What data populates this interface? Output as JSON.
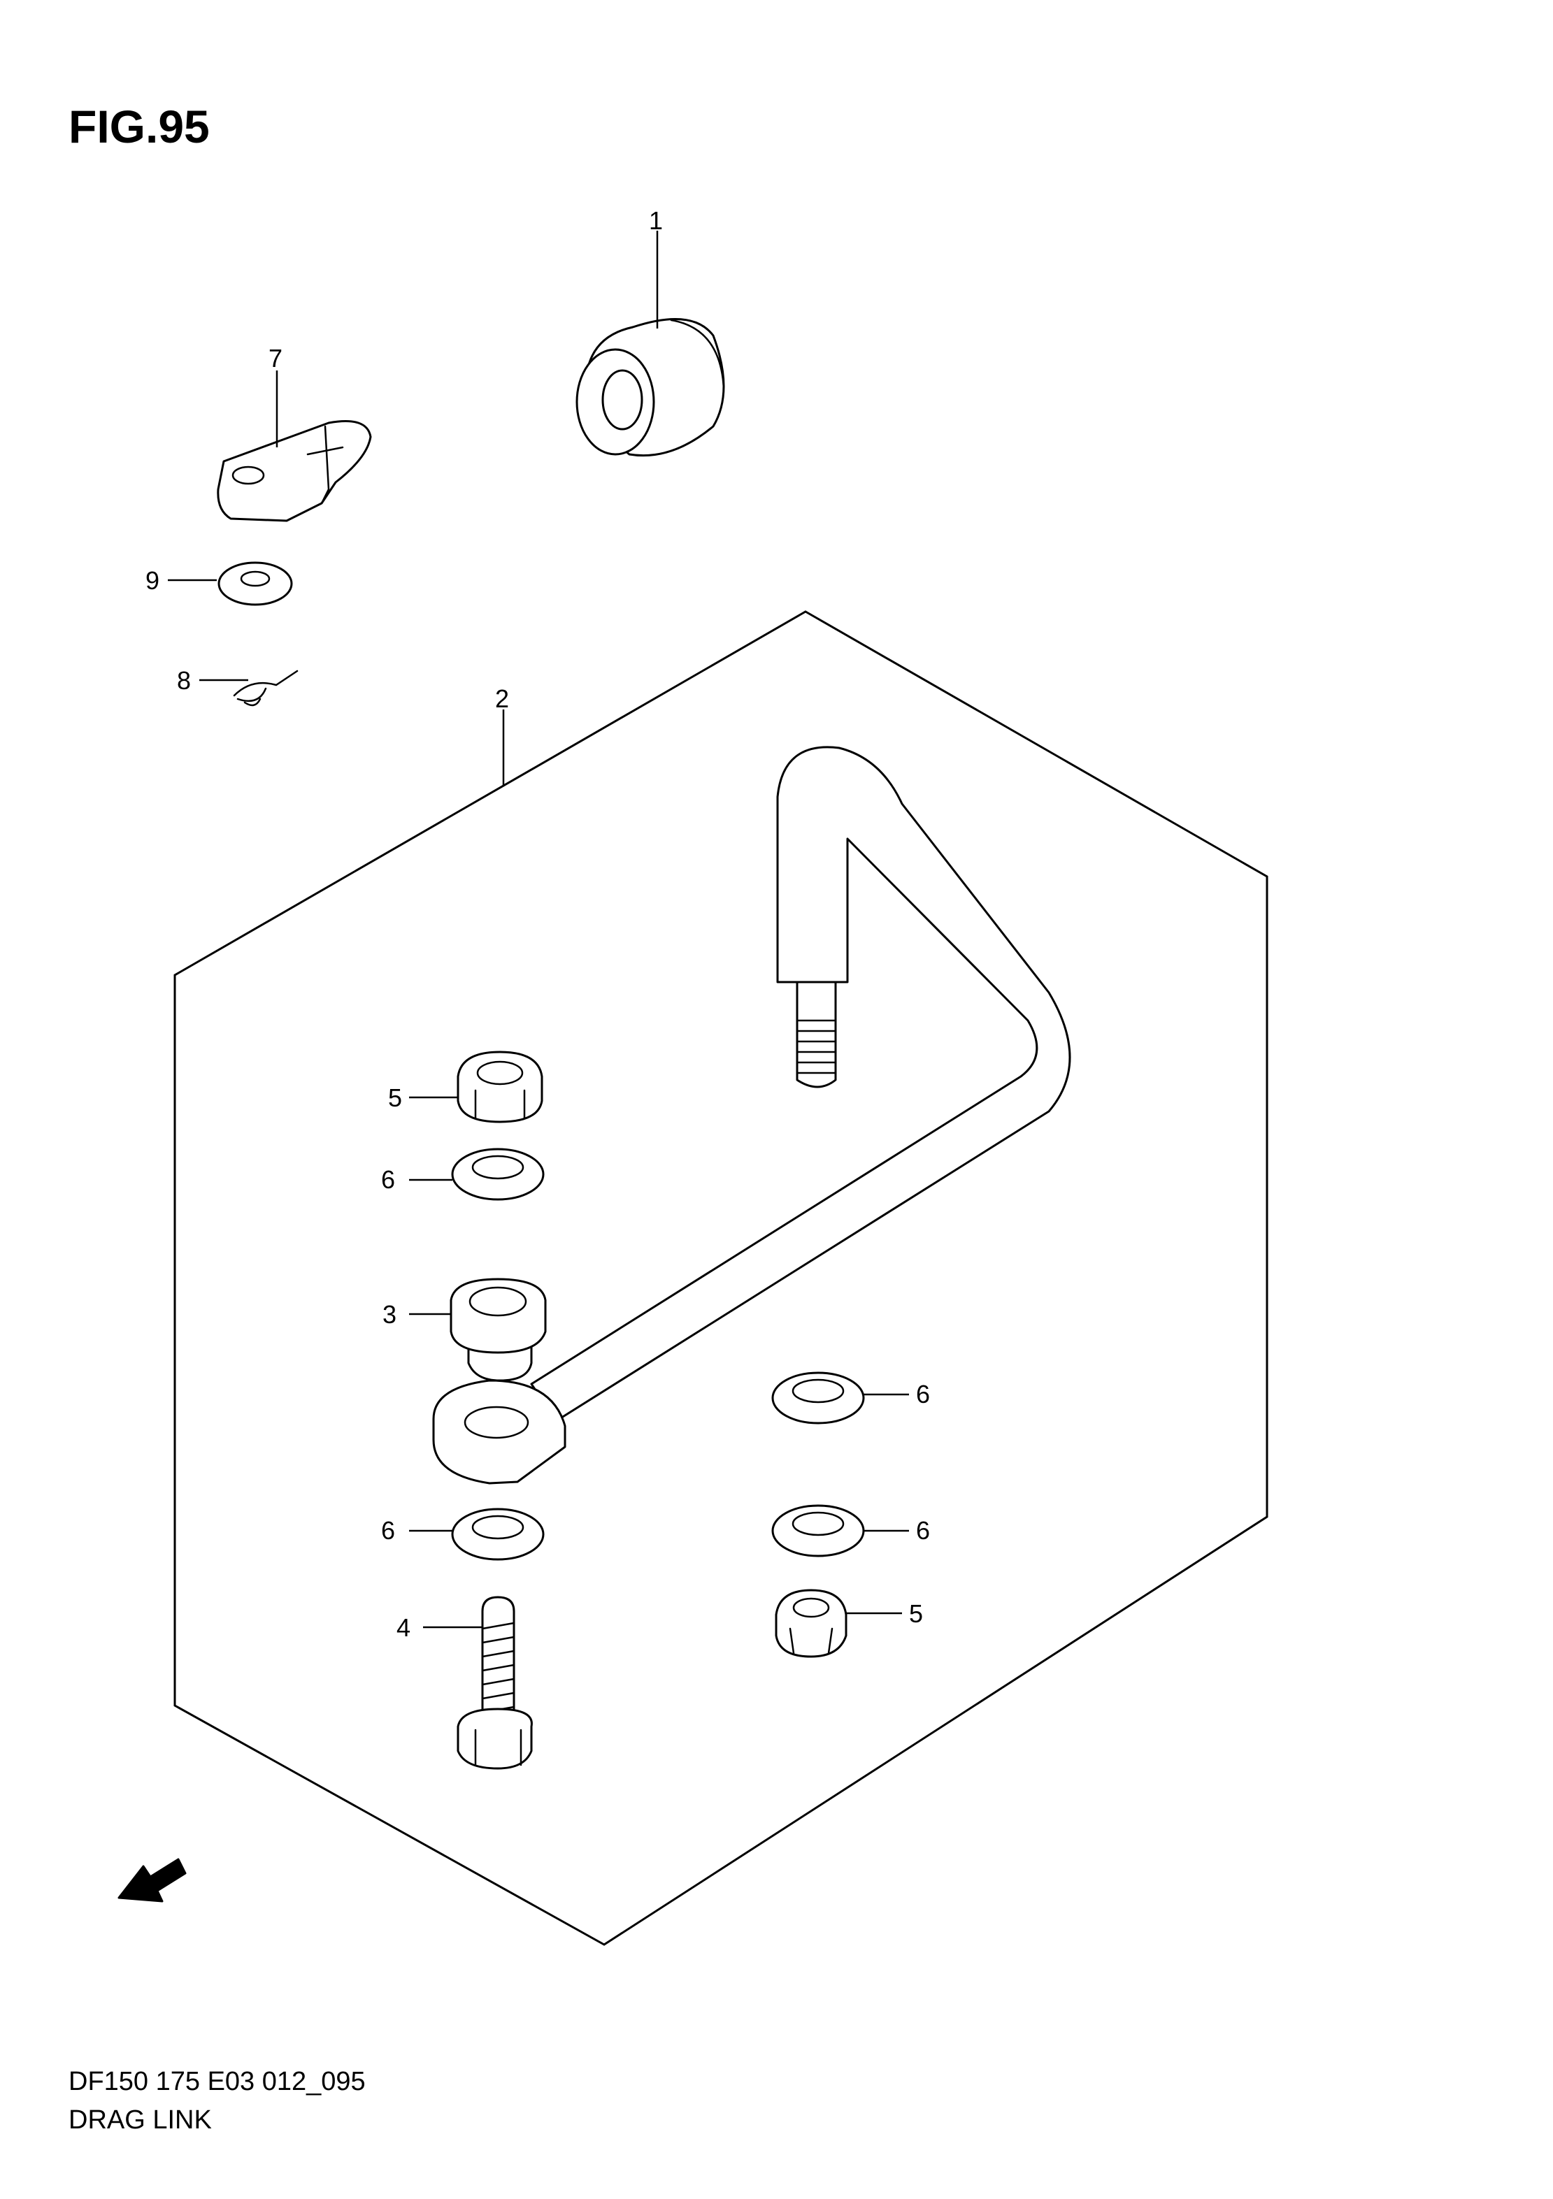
{
  "figure_title": "FIG.95",
  "footer": {
    "code": "DF150 175 E03 012_095",
    "name": "DRAG LINK"
  },
  "arrow_label": "FWD",
  "callouts": [
    "1",
    "7",
    "9",
    "8",
    "2",
    "5",
    "6",
    "3",
    "4",
    "6",
    "6",
    "6",
    "5"
  ],
  "colors": {
    "line": "#000000",
    "background": "#ffffff"
  }
}
